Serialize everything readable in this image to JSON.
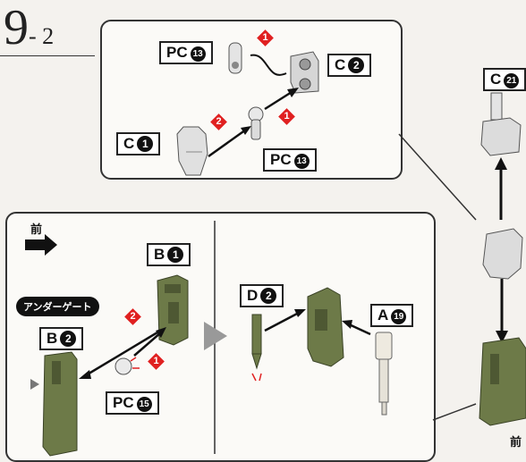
{
  "step": {
    "number": "9",
    "sub": "- 2"
  },
  "labels": {
    "pc13_a": "PC",
    "pc13_a_num": "13",
    "c2": "C",
    "c2_num": "2",
    "c1": "C",
    "c1_num": "1",
    "pc13_b": "PC",
    "pc13_b_num": "13",
    "c21": "C",
    "c21_num": "21",
    "b1": "B",
    "b1_num": "1",
    "b2": "B",
    "b2_num": "2",
    "pc15": "PC",
    "pc15_num": "15",
    "d2": "D",
    "d2_num": "2",
    "a19": "A",
    "a19_num": "19"
  },
  "badges": {
    "top_1": "1",
    "mid_2": "2",
    "mid_1": "1",
    "bot_2": "2",
    "bot_1": "1"
  },
  "under_gate": "アンダーゲート",
  "front_top": "前",
  "front_bottom": "前",
  "colors": {
    "part_gray": "#dcdcdc",
    "part_green": "#6d7a48",
    "accent_red": "#e02020"
  }
}
